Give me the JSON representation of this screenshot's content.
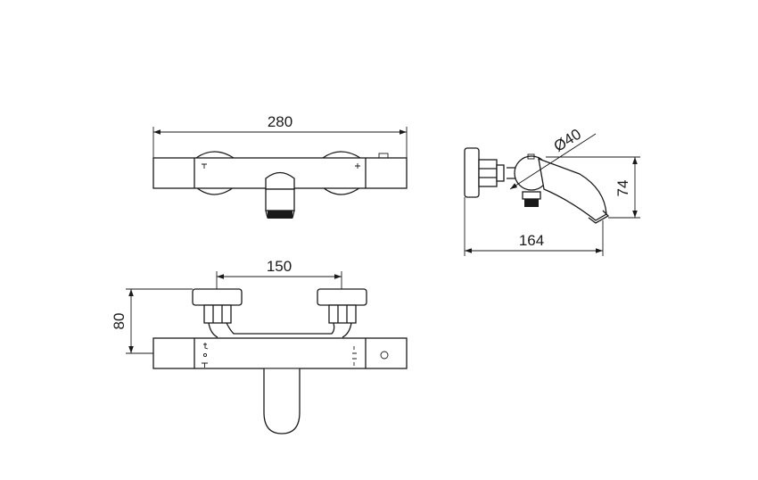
{
  "dimensions": {
    "overall_width": "280",
    "inlet_spacing": "150",
    "depth_from_wall": "80",
    "spout_diameter": "Ø40",
    "projection": "164",
    "height": "74"
  }
}
